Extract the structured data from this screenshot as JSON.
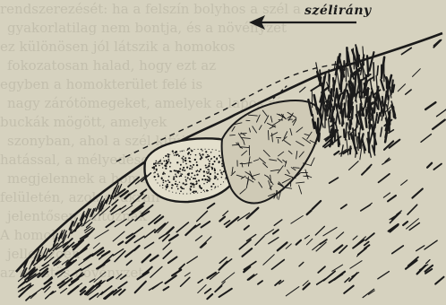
{
  "diagram": {
    "wind_label": "szélirány",
    "wind_arrow_direction": "left",
    "ink_color": "#1b1b1b",
    "paper_color": "#d6d2bf",
    "background_text_color": "#c3bfad",
    "background_text_lines": [
      "rendszerezését: ha a felszín bolyhos a szél a",
      "gyakorlatilag nem bontja, és a növényzet",
      "ez különösen jól látszik a homokos",
      "fokozatosan halad, hogy ezt az",
      "egyben a homokterület felé is",
      "nagy zárótömegeket, amelyek a lapos részen",
      "buckák mögött, amelyek",
      "szonyban, ahol a szél kifújja",
      "hatással, a mélyedések körül",
      "megjelennek a homokos",
      "felületén, azok gyakran",
      "jelentősen változnak",
      "A homok",
      "jellemzően",
      "az ezüstös növényzet"
    ]
  }
}
